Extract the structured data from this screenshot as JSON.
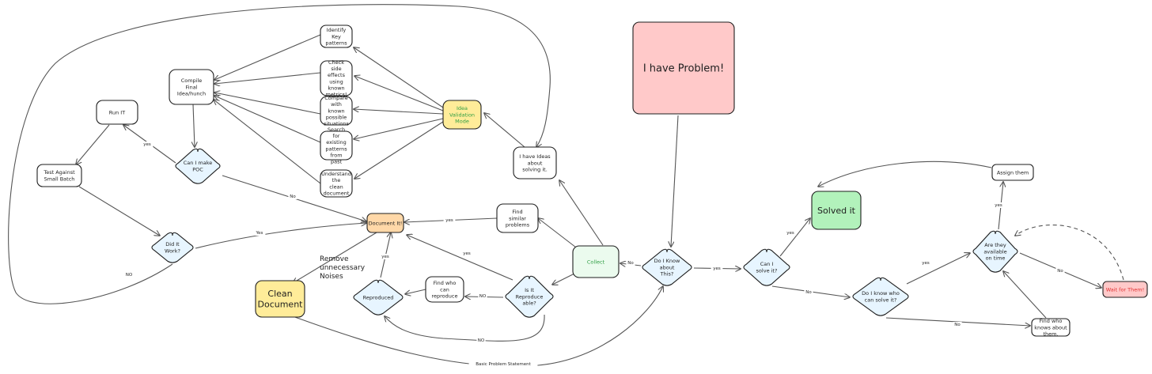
{
  "nodes": [
    {
      "id": "problem",
      "label": "I have Problem!",
      "shape": "rect",
      "fill": "#ffc9c9",
      "size": "huge"
    },
    {
      "id": "do_i_know",
      "label": "Do I Know about This?",
      "shape": "diamond",
      "fill": "#e7f5ff"
    },
    {
      "id": "can_i_solve",
      "label": "Can I solve it?",
      "shape": "diamond",
      "fill": "#e7f5ff"
    },
    {
      "id": "solved",
      "label": "Solved it",
      "shape": "rect",
      "fill": "#b2f2bb",
      "size": "big"
    },
    {
      "id": "do_i_know_who",
      "label": "Do I know who can solve it?",
      "shape": "diamond",
      "fill": "#e7f5ff"
    },
    {
      "id": "available",
      "label": "Are they available on time",
      "shape": "diamond",
      "fill": "#e7f5ff"
    },
    {
      "id": "assign",
      "label": "Assign them",
      "shape": "rect",
      "fill": "#ffffff"
    },
    {
      "id": "wait",
      "label": "Wait for Them!",
      "shape": "rect",
      "fill": "#ffc9c9",
      "text_color": "#e03131"
    },
    {
      "id": "find_who_knows",
      "label": "Find who knows about them.",
      "shape": "rect",
      "fill": "#ffffff"
    },
    {
      "id": "collect",
      "label": "Collect",
      "shape": "rect",
      "fill": "#ebfbee",
      "stroke": "#2f9e44",
      "text_color": "#2f9e44"
    },
    {
      "id": "have_ideas",
      "label": "I have Ideas about solving it.",
      "shape": "rect",
      "fill": "#ffffff"
    },
    {
      "id": "idea_validation",
      "label": "Idea Validation Mode",
      "shape": "rect",
      "fill": "#ffec99",
      "text_color": "#2f9e44"
    },
    {
      "id": "identify_key",
      "label": "Identify Key patterns",
      "shape": "rect",
      "fill": "#ffffff"
    },
    {
      "id": "check_side",
      "label": "Check side effects using known metrics!",
      "shape": "rect",
      "fill": "#ffffff"
    },
    {
      "id": "compare",
      "label": "Compare with known possible situations",
      "shape": "rect",
      "fill": "#ffffff"
    },
    {
      "id": "search_existing",
      "label": "Search for existing patterns from past",
      "shape": "rect",
      "fill": "#ffffff"
    },
    {
      "id": "understand",
      "label": "Understand the clean document",
      "shape": "rect",
      "fill": "#ffffff"
    },
    {
      "id": "compile",
      "label": "Compile Final Idea/hunch",
      "shape": "rect",
      "fill": "#ffffff"
    },
    {
      "id": "can_make_poc",
      "label": "Can I make POC",
      "shape": "diamond",
      "fill": "#e7f5ff"
    },
    {
      "id": "run_it",
      "label": "Run IT",
      "shape": "rect",
      "fill": "#ffffff"
    },
    {
      "id": "test_small",
      "label": "Test Against Small Batch",
      "shape": "rect",
      "fill": "#ffffff"
    },
    {
      "id": "did_it_work",
      "label": "Did It Work?",
      "shape": "diamond",
      "fill": "#e7f5ff"
    },
    {
      "id": "document_it",
      "label": "Document It!",
      "shape": "rect",
      "fill": "#ffd8a8"
    },
    {
      "id": "clean_document",
      "label": "Clean Document",
      "shape": "rect",
      "fill": "#ffec99",
      "size": "big"
    },
    {
      "id": "find_similar",
      "label": "Find similar problems",
      "shape": "rect",
      "fill": "#ffffff"
    },
    {
      "id": "reproduceable",
      "label": "Is It Reproduce able?",
      "shape": "diamond",
      "fill": "#e7f5ff"
    },
    {
      "id": "find_who_reproduce",
      "label": "Find who can reproduce",
      "shape": "rect",
      "fill": "#ffffff"
    },
    {
      "id": "reproduced",
      "label": "Reproduced",
      "shape": "diamond",
      "fill": "#e7f5ff"
    }
  ],
  "edges": [
    {
      "from": "problem",
      "to": "do_i_know",
      "label": ""
    },
    {
      "from": "do_i_know",
      "to": "can_i_solve",
      "label": "yes"
    },
    {
      "from": "do_i_know",
      "to": "collect",
      "label": "No"
    },
    {
      "from": "can_i_solve",
      "to": "solved",
      "label": "yes"
    },
    {
      "from": "can_i_solve",
      "to": "do_i_know_who",
      "label": "No"
    },
    {
      "from": "do_i_know_who",
      "to": "available",
      "label": "yes"
    },
    {
      "from": "do_i_know_who",
      "to": "find_who_knows",
      "label": "No"
    },
    {
      "from": "find_who_knows",
      "to": "available",
      "label": ""
    },
    {
      "from": "available",
      "to": "assign",
      "label": "yes"
    },
    {
      "from": "available",
      "to": "wait",
      "label": "No"
    },
    {
      "from": "wait",
      "to": "available",
      "label": "",
      "dashed": true
    },
    {
      "from": "assign",
      "to": "solved",
      "label": ""
    },
    {
      "from": "collect",
      "to": "have_ideas",
      "label": ""
    },
    {
      "from": "collect",
      "to": "find_similar",
      "label": ""
    },
    {
      "from": "collect",
      "to": "reproduceable",
      "label": ""
    },
    {
      "from": "have_ideas",
      "to": "idea_validation",
      "label": ""
    },
    {
      "from": "idea_validation",
      "to": "identify_key",
      "label": ""
    },
    {
      "from": "idea_validation",
      "to": "check_side",
      "label": ""
    },
    {
      "from": "idea_validation",
      "to": "compare",
      "label": ""
    },
    {
      "from": "idea_validation",
      "to": "search_existing",
      "label": ""
    },
    {
      "from": "idea_validation",
      "to": "understand",
      "label": ""
    },
    {
      "from": "identify_key",
      "to": "compile",
      "label": ""
    },
    {
      "from": "check_side",
      "to": "compile",
      "label": ""
    },
    {
      "from": "compare",
      "to": "compile",
      "label": ""
    },
    {
      "from": "search_existing",
      "to": "compile",
      "label": ""
    },
    {
      "from": "understand",
      "to": "compile",
      "label": ""
    },
    {
      "from": "compile",
      "to": "can_make_poc",
      "label": ""
    },
    {
      "from": "can_make_poc",
      "to": "run_it",
      "label": "yes"
    },
    {
      "from": "can_make_poc",
      "to": "document_it",
      "label": "No"
    },
    {
      "from": "run_it",
      "to": "test_small",
      "label": ""
    },
    {
      "from": "test_small",
      "to": "did_it_work",
      "label": ""
    },
    {
      "from": "did_it_work",
      "to": "document_it",
      "label": "Yes"
    },
    {
      "from": "did_it_work",
      "to": "have_ideas",
      "label": "NO"
    },
    {
      "from": "find_similar",
      "to": "document_it",
      "label": "yes"
    },
    {
      "from": "reproduceable",
      "to": "document_it",
      "label": "yes"
    },
    {
      "from": "reproduceable",
      "to": "find_who_reproduce",
      "label": "NO"
    },
    {
      "from": "reproduceable",
      "to": "reproduced",
      "label": "NO"
    },
    {
      "from": "find_who_reproduce",
      "to": "reproduced",
      "label": ""
    },
    {
      "from": "reproduced",
      "to": "document_it",
      "label": "yes"
    },
    {
      "from": "document_it",
      "to": "clean_document",
      "label": ""
    },
    {
      "from": "clean_document",
      "to": "do_i_know",
      "label": "Basic Problem Statement"
    }
  ],
  "annotations": [
    {
      "id": "remove_noises",
      "text": "Remove unnecessary Noises"
    }
  ]
}
